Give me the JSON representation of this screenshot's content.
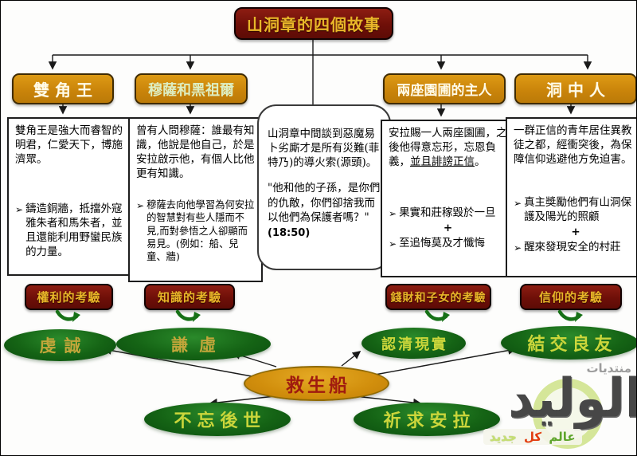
{
  "title": "山洞章的四個故事",
  "bullet_marker": "➢",
  "columns": [
    {
      "header": "雙角王",
      "body": "雙角王是強大而睿智的明君，仁愛天下，博施濟眾。",
      "bullets": [
        "鑄造銅牆，抵擋外寇雅朱者和馬朱者，並且還能利用野蠻民族的力量。"
      ]
    },
    {
      "header": "穆薩和黑祖爾",
      "body": "曾有人問穆薩：誰最有知識，他說是他自己，於是安拉啟示他，有個人比他更有知識。",
      "bullets": [
        "穆薩去向他學習為何安拉的智慧對有些人隱而不見,而對參悟之人卻顯而易見。(例如：船、兒童、牆)"
      ]
    },
    {
      "header": "兩座園圃的主人",
      "body_main": "安拉賜一人兩座園圃，之後他得意忘形，忘恩負義，",
      "body_underline": "並且誹謗正信",
      "body_tail": "。",
      "bullets": [
        "果實和莊稼毀於一旦",
        "至追悔莫及才懺悔"
      ],
      "plus": "+"
    },
    {
      "header": "洞中人",
      "body": "一群正信的青年居住異教徒之都，經衝突後，為保障信仰逃避他方免迫害。",
      "bullets": [
        "真主獎勵他們有山洞保護及陽光的照顧",
        "醒來發現安全的村莊"
      ],
      "plus": "+"
    }
  ],
  "center_note": {
    "paragraph": "山洞章中間談到惡魔易卜劣廝才是所有災難(菲特乃)的導火索(源頭)。",
    "quote": "\"他和他的子孫，是你們的仇敵，你們卻捨我而以他們為保護者嗎？\"",
    "verse_ref": "(18:50)"
  },
  "tests": [
    "權利的考驗",
    "知識的考驗",
    "錢財和子女的考驗",
    "信仰的考驗"
  ],
  "lessons": [
    "虔誠",
    "謙虛",
    "認清現實",
    "結交良友",
    "不忘後世",
    "祈求安拉"
  ],
  "hub": "救生船",
  "watermark": {
    "line1": "منتديات",
    "name": "الوليد",
    "tagline": [
      "عالم",
      "كل",
      "جديد"
    ]
  },
  "colors": {
    "maroon_box": "#6e0f08",
    "gold_text": "#e9b629",
    "orange_header": "#c9830a",
    "dark_green_ellipse": "#156415",
    "lesson_text_yellow": "#cbd63b",
    "lesson_text_gold": "#c2a63a",
    "hub_orange": "#d18e0c",
    "hub_text": "#a01b0f",
    "arrow_black": "#1a1a1a",
    "curve_arrow_green": "#177117"
  }
}
